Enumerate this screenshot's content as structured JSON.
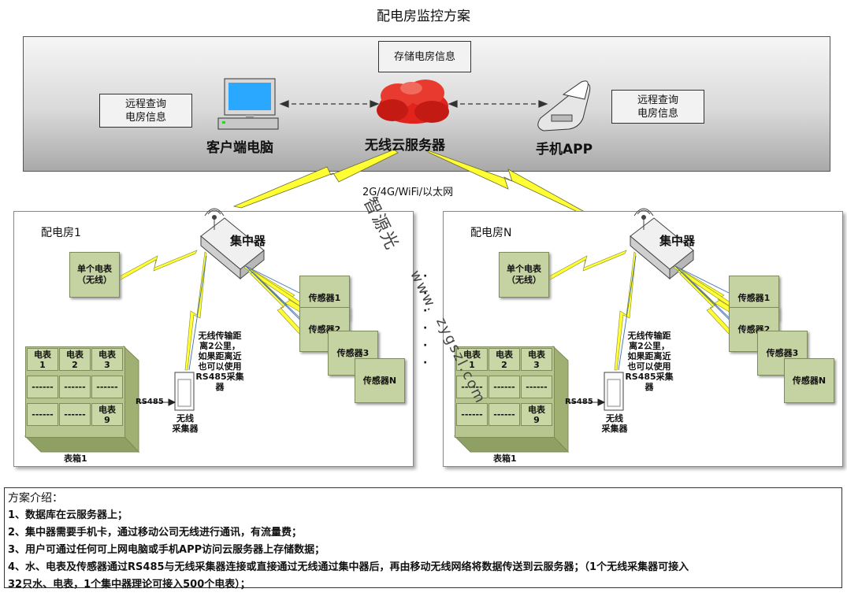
{
  "title": "配电房监控方案",
  "top": {
    "storage_label": "存储电房信息",
    "query_left": [
      "远程查询",
      "电房信息"
    ],
    "query_right": [
      "远程查询",
      "电房信息"
    ],
    "client_label": "客户端电脑",
    "cloud_label": "无线云服务器",
    "app_label": "手机APP",
    "network_label": "2G/4G/WiFi/以太网"
  },
  "rooms": [
    {
      "name": "配电房1",
      "hub_label": "集中器",
      "single_meter": [
        "单个电表",
        "（无线）"
      ],
      "sensors": [
        "传感器1",
        "传感器2",
        "传感器3",
        "传感器N"
      ],
      "cells": [
        [
          "电表",
          "1"
        ],
        [
          "电表",
          "2"
        ],
        [
          "电表",
          "3"
        ],
        [
          "------"
        ],
        [
          "------"
        ],
        [
          "------"
        ],
        [
          "------"
        ],
        [
          "------"
        ],
        [
          "电表",
          "9"
        ]
      ],
      "rs485": "RS485",
      "collector_label": [
        "无线",
        "采集器"
      ],
      "note": [
        "无线传输距",
        "离2公里，",
        "如果距离近",
        "也可以使用",
        "RS485采集",
        "器"
      ],
      "cabinet_label": "表箱1"
    },
    {
      "name": "配电房N",
      "hub_label": "集中器",
      "single_meter": [
        "单个电表",
        "（无线）"
      ],
      "sensors": [
        "传感器1",
        "传感器2",
        "传感器3",
        "传感器N"
      ],
      "cells": [
        [
          "电表",
          "1"
        ],
        [
          "电表",
          "2"
        ],
        [
          "电表",
          "3"
        ],
        [
          "------"
        ],
        [
          "------"
        ],
        [
          "------"
        ],
        [
          "------"
        ],
        [
          "------"
        ],
        [
          "电表",
          "9"
        ]
      ],
      "rs485": "RS485",
      "collector_label": [
        "无线",
        "采集器"
      ],
      "note": [
        "无线传输距",
        "离2公里，",
        "如果距离近",
        "也可以使用",
        "RS485采集",
        "器"
      ],
      "cabinet_label": "表箱1"
    }
  ],
  "watermark": [
    "智源光",
    "www.",
    "zygszl.com"
  ],
  "intro": {
    "heading": "方案介绍：",
    "lines": [
      "1、数据库在云服务器上；",
      "2、集中器需要手机卡，通过移动公司无线进行通讯，有流量费；",
      "3、用户可通过任何可上网电脑或手机APP访问云服务器上存储数据；",
      "4、水、电表及传感器通过RS485与无线采集器连接或直接通过无线通过集中器后，再由移动无线网络将数据传送到云服务器；（1个无线采集器可接入",
      "32只水、电表，1个集中器理论可接入500个电表）；"
    ]
  },
  "colors": {
    "bolt": "#ffff33",
    "box_green": "#c5d2a1",
    "cloud": "#e0241b"
  }
}
